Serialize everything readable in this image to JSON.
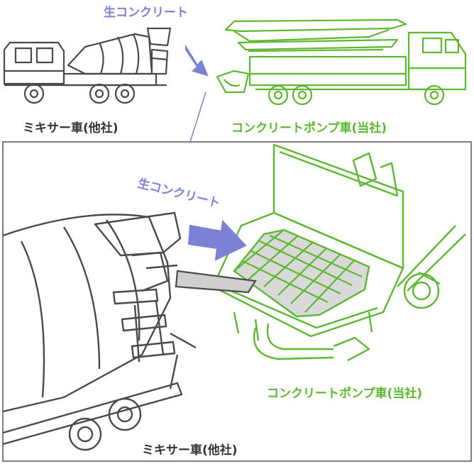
{
  "labels": {
    "top_concrete": "生コンクリート",
    "top_mixer": "ミキサー車(他社)",
    "top_pump": "コンクリートポンプ車(当社)",
    "detail_concrete": "生コンクリート",
    "detail_pump": "コンクリートポンプ車(当社)",
    "detail_mixer": "ミキサー車(他社)"
  },
  "colors": {
    "dark": "#4a4a4a",
    "green": "#5cb82e",
    "blue": "#7b82d6",
    "gray_fill": "#d9d9d9"
  }
}
